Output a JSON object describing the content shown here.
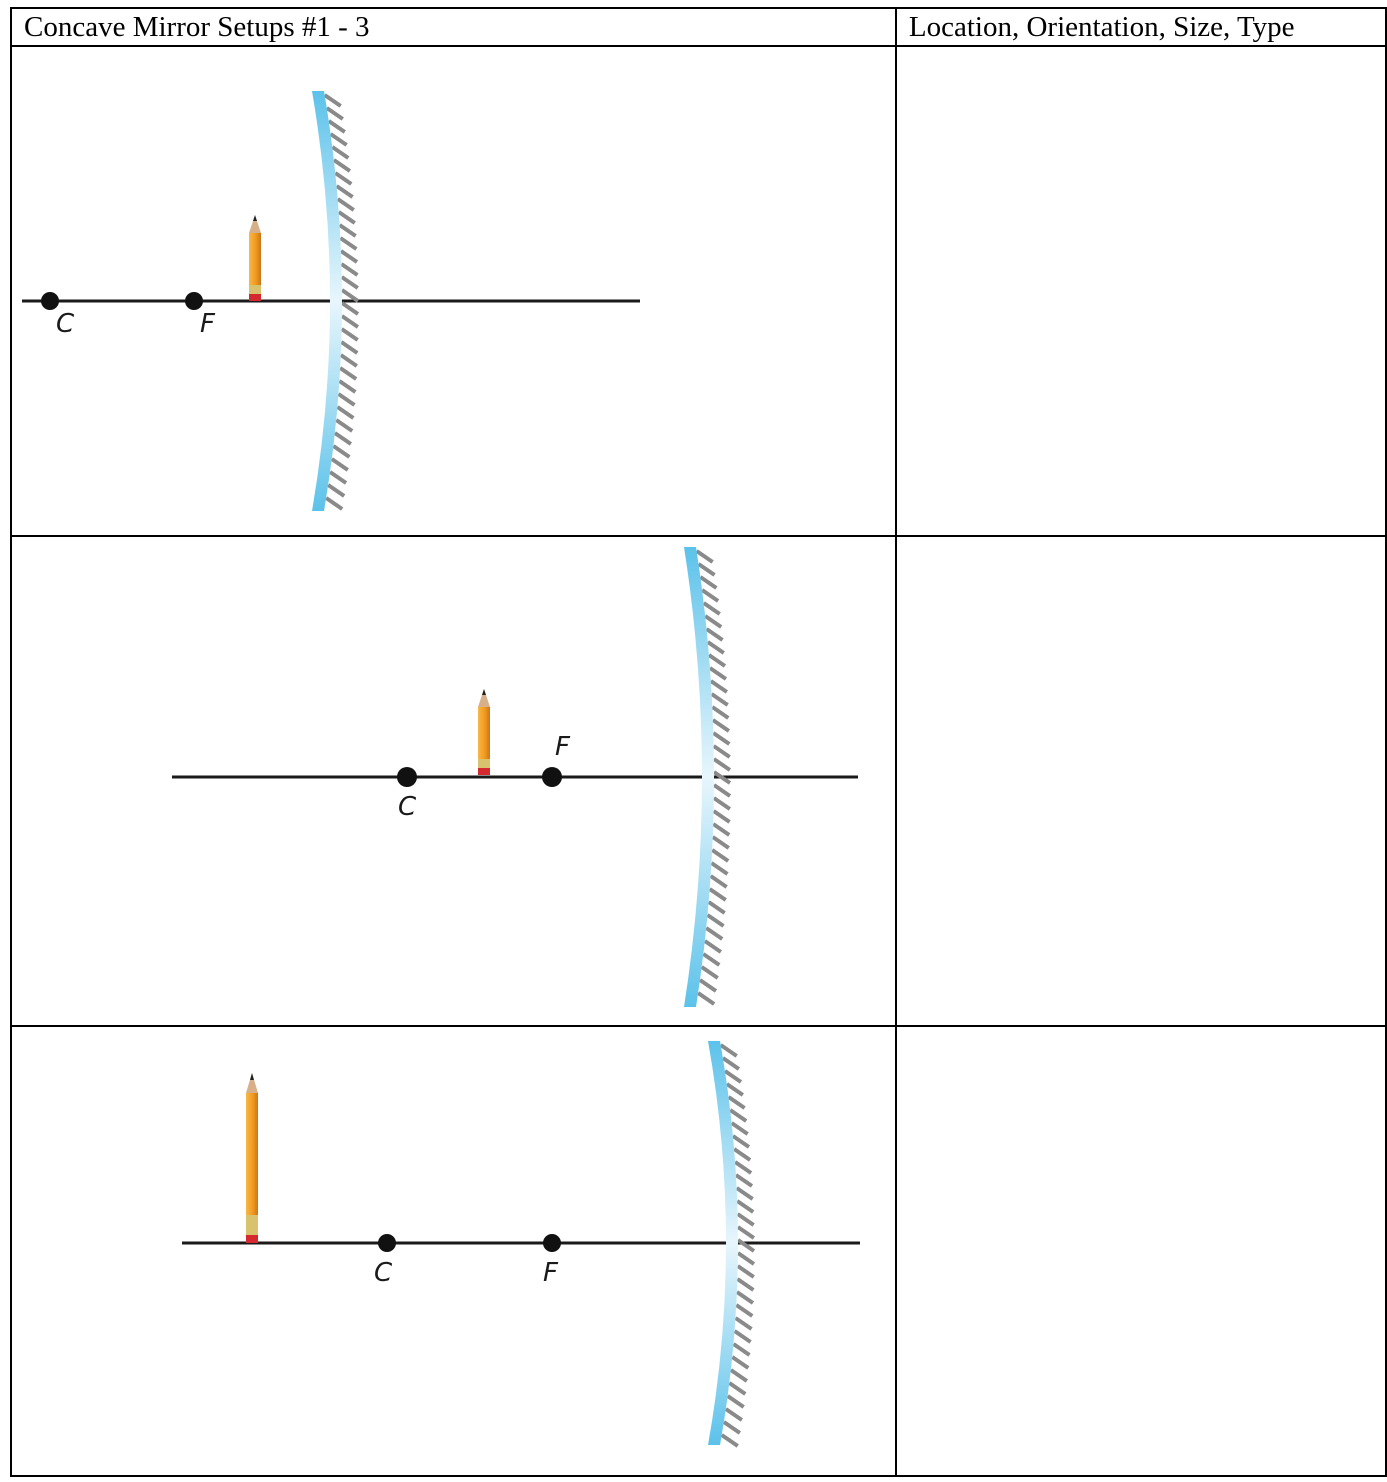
{
  "table": {
    "header": {
      "left": "Concave Mirror Setups #1 - 3",
      "right": "Location, Orientation, Size, Type"
    },
    "setups": [
      {
        "labels": {
          "center": "C",
          "focus": "F"
        },
        "answer": ""
      },
      {
        "labels": {
          "center": "C",
          "focus": "F"
        },
        "answer": ""
      },
      {
        "labels": {
          "center": "C",
          "focus": "F"
        },
        "answer": ""
      }
    ]
  },
  "colors": {
    "mirror_glass": "#6cc8ec",
    "mirror_glass_light": "#e6f5fc",
    "hatch": "#8a8a8a",
    "pencil_body": "#f2a02b",
    "pencil_tip": "#c9a27a",
    "eraser": "#d6252b",
    "ferrule": "#d8c06a"
  }
}
